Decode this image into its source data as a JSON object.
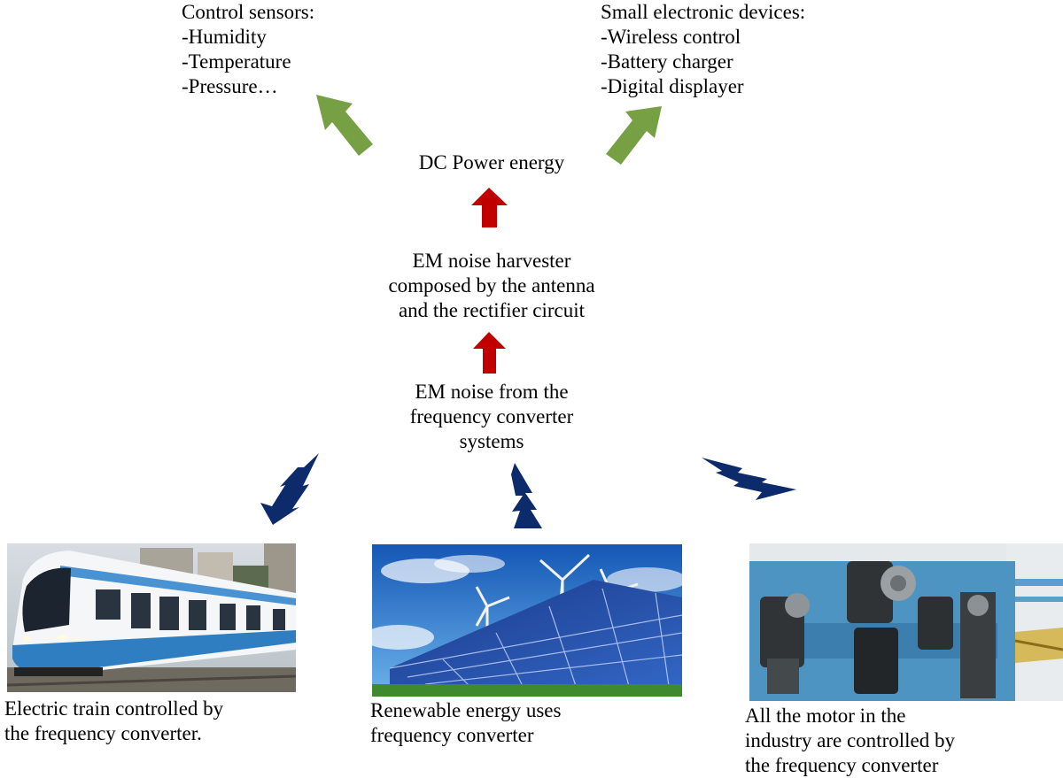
{
  "control_sensors": {
    "title": "Control sensors:",
    "items": [
      "-Humidity",
      "-Temperature",
      "-Pressure…"
    ]
  },
  "small_devices": {
    "title": "Small electronic devices:",
    "items": [
      "-Wireless  control",
      "-Battery charger",
      "-Digital displayer"
    ]
  },
  "dc_power": "DC Power energy",
  "harvester": [
    "EM noise harvester",
    "composed by the antenna",
    "and the rectifier circuit"
  ],
  "em_noise": [
    "EM noise from the",
    "frequency converter",
    "systems"
  ],
  "captions": {
    "train": [
      "Electric train controlled by",
      "the frequency converter."
    ],
    "renewable": [
      "Renewable energy uses",
      "frequency converter"
    ],
    "motor": [
      "All the motor in the",
      "industry are controlled by",
      "the frequency converter"
    ]
  },
  "colors": {
    "green_arrow": "#77a044",
    "red_arrow": "#c00000",
    "lightning": "#0d2a6b"
  }
}
